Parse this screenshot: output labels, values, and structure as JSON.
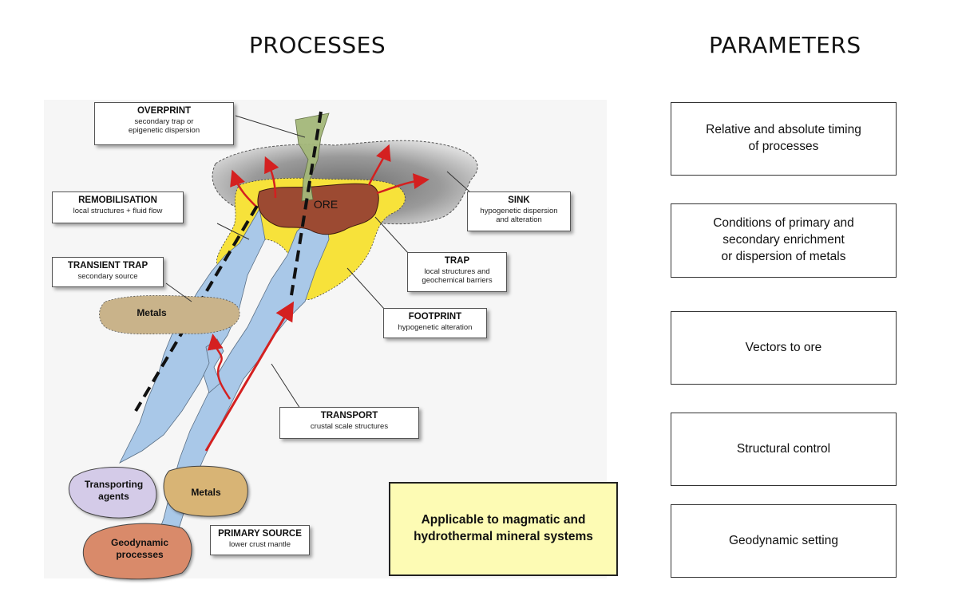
{
  "headings": {
    "processes": "PROCESSES",
    "parameters": "PARAMETERS"
  },
  "callouts": {
    "overprint": {
      "title": "OVERPRINT",
      "sub1": "secondary trap or",
      "sub2": "epigenetic dispersion"
    },
    "remobilisation": {
      "title": "REMOBILISATION",
      "sub1": "local structures + fluid flow"
    },
    "transient_trap": {
      "title": "TRANSIENT TRAP",
      "sub1": "secondary source"
    },
    "sink": {
      "title": "SINK",
      "sub1": "hypogenetic dispersion",
      "sub2": "and alteration"
    },
    "trap": {
      "title": "TRAP",
      "sub1": "local structures and",
      "sub2": "geochemical barriers"
    },
    "footprint": {
      "title": "FOOTPRINT",
      "sub1": "hypogenetic alteration"
    },
    "transport": {
      "title": "TRANSPORT",
      "sub1": "crustal scale structures"
    },
    "primary_source": {
      "title": "PRIMARY SOURCE",
      "sub1": "lower crust mantle"
    }
  },
  "labels": {
    "ore": "ORE",
    "metals_upper": "Metals",
    "metals_lower": "Metals",
    "transporting_agents": "Transporting\nagents",
    "geodynamic_processes": "Geodynamic\nprocesses"
  },
  "parameters": [
    "Relative and absolute timing\nof processes",
    "Conditions of primary and\nsecondary enrichment\nor dispersion of metals",
    "Vectors to ore",
    "Structural control",
    "Geodynamic setting"
  ],
  "note": "Applicable to magmatic and\nhydrothermal mineral systems",
  "colors": {
    "conduit": "#a9c8e8",
    "footprint": "#f7e23a",
    "ore": "#9c4a32",
    "sink": "#a8a8a8",
    "overprint": "#a4b87a",
    "metals_upper": "#c9b38a",
    "metals_lower": "#d8b474",
    "transporting_agents": "#d4cbe8",
    "geodynamic_processes": "#d98a6a",
    "arrow": "#d42020",
    "note_bg": "#fdfbb4"
  }
}
